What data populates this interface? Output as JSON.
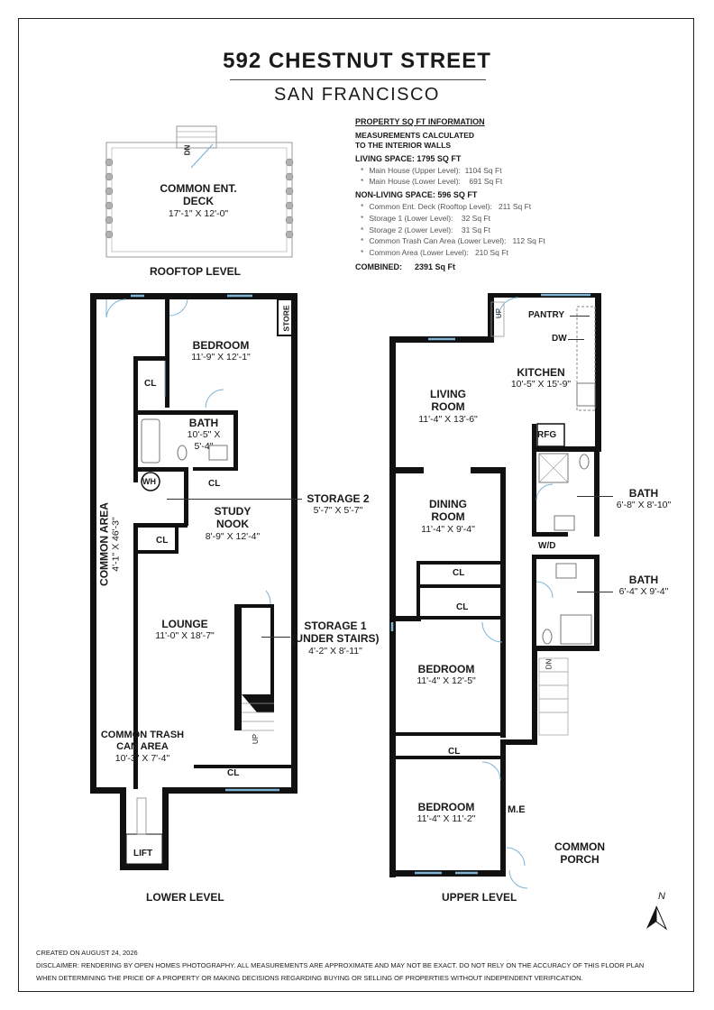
{
  "header": {
    "title": "592 CHESTNUT STREET",
    "subtitle": "SAN FRANCISCO"
  },
  "info": {
    "heading": "PROPERTY SQ FT INFORMATION",
    "note_line1": "MEASUREMENTS CALCULATED",
    "note_line2": "TO THE INTERIOR WALLS",
    "living_title": "LIVING SPACE: 1795 SQ FT",
    "living_items": [
      {
        "label": "Main House (Upper Level):",
        "value": "1104 Sq Ft"
      },
      {
        "label": "Main House (Lower Level):",
        "value": "691 Sq Ft"
      }
    ],
    "nonliving_title": "NON-LIVING SPACE: 596 SQ FT",
    "nonliving_items": [
      {
        "label": "Common Ent. Deck (Rooftop Level):",
        "value": "211 Sq Ft"
      },
      {
        "label": "Storage 1 (Lower Level):",
        "value": "32 Sq Ft"
      },
      {
        "label": "Storage 2 (Lower Level):",
        "value": "31 Sq Ft"
      },
      {
        "label": "Common Trash Can Area (Lower Level):",
        "value": "112 Sq Ft"
      },
      {
        "label": "Common Area (Lower Level):",
        "value": "210 Sq Ft"
      }
    ],
    "combined_label": "COMBINED:",
    "combined_value": "2391 Sq Ft"
  },
  "rooftop": {
    "deck_name_1": "COMMON ENT.",
    "deck_name_2": "DECK",
    "deck_dim": "17'-1\" X 12'-0\"",
    "dn": "DN",
    "level": "ROOFTOP LEVEL"
  },
  "lower": {
    "level": "LOWER LEVEL",
    "bedroom": "BEDROOM",
    "bedroom_dim": "11'-9\" X 12'-1\"",
    "store": "STORE",
    "cl": "CL",
    "bath": "BATH",
    "bath_dim": "10'-5\" X 5'-4\"",
    "wh": "WH",
    "storage2": "STORAGE 2",
    "storage2_dim": "5'-7\" X 5'-7\"",
    "study_1": "STUDY",
    "study_2": "NOOK",
    "study_dim": "8'-9\" X 12'-4\"",
    "common_area": "COMMON AREA",
    "common_area_dim": "4'-1\" X 46'-3\"",
    "lounge": "LOUNGE",
    "lounge_dim": "11'-0\" X 18'-7\"",
    "storage1_1": "STORAGE 1",
    "storage1_2": "(UNDER STAIRS)",
    "storage1_dim": "4'-2\" X 8'-11\"",
    "up": "UP",
    "trash_1": "COMMON TRASH",
    "trash_2": "CAN AREA",
    "trash_dim": "10'-3\" X 7'-4\"",
    "lift": "LIFT"
  },
  "upper": {
    "level": "UPPER LEVEL",
    "up": "UP",
    "pantry": "PANTRY",
    "dw": "DW",
    "kitchen": "KITCHEN",
    "kitchen_dim": "10'-5\" X 15'-9\"",
    "living_1": "LIVING",
    "living_2": "ROOM",
    "living_dim": "11'-4\" X 13'-6\"",
    "rfg": "RFG",
    "bath1": "BATH",
    "bath1_dim": "6'-8\" X 8'-10\"",
    "dining_1": "DINING",
    "dining_2": "ROOM",
    "dining_dim": "11'-4\" X 9'-4\"",
    "wd": "W/D",
    "cl": "CL",
    "bath2": "BATH",
    "bath2_dim": "6'-4\" X 9'-4\"",
    "dn": "DN",
    "bedroom1": "BEDROOM",
    "bedroom1_dim": "11'-4\" X 12'-5\"",
    "bedroom2": "BEDROOM",
    "bedroom2_dim": "11'-4\" X 11'-2\"",
    "me": "M.E",
    "porch_1": "COMMON",
    "porch_2": "PORCH",
    "north": "N"
  },
  "footer": {
    "created": "CREATED ON AUGUST 24, 2026",
    "disclaimer_1": "DISCLAIMER: RENDERING BY OPEN HOMES PHOTOGRAPHY. ALL MEASUREMENTS ARE APPROXIMATE AND MAY NOT BE EXACT. DO NOT RELY ON THE ACCURACY OF THIS FLOOR PLAN",
    "disclaimer_2": "WHEN DETERMINING THE PRICE OF A PROPERTY OR MAKING DECISIONS REGARDING BUYING OR SELLING OF PROPERTIES WITHOUT INDEPENDENT VERIFICATION."
  },
  "colors": {
    "wall": "#111111",
    "window": "#7fb3d5",
    "text": "#1a1a1a",
    "muted": "#555555"
  }
}
